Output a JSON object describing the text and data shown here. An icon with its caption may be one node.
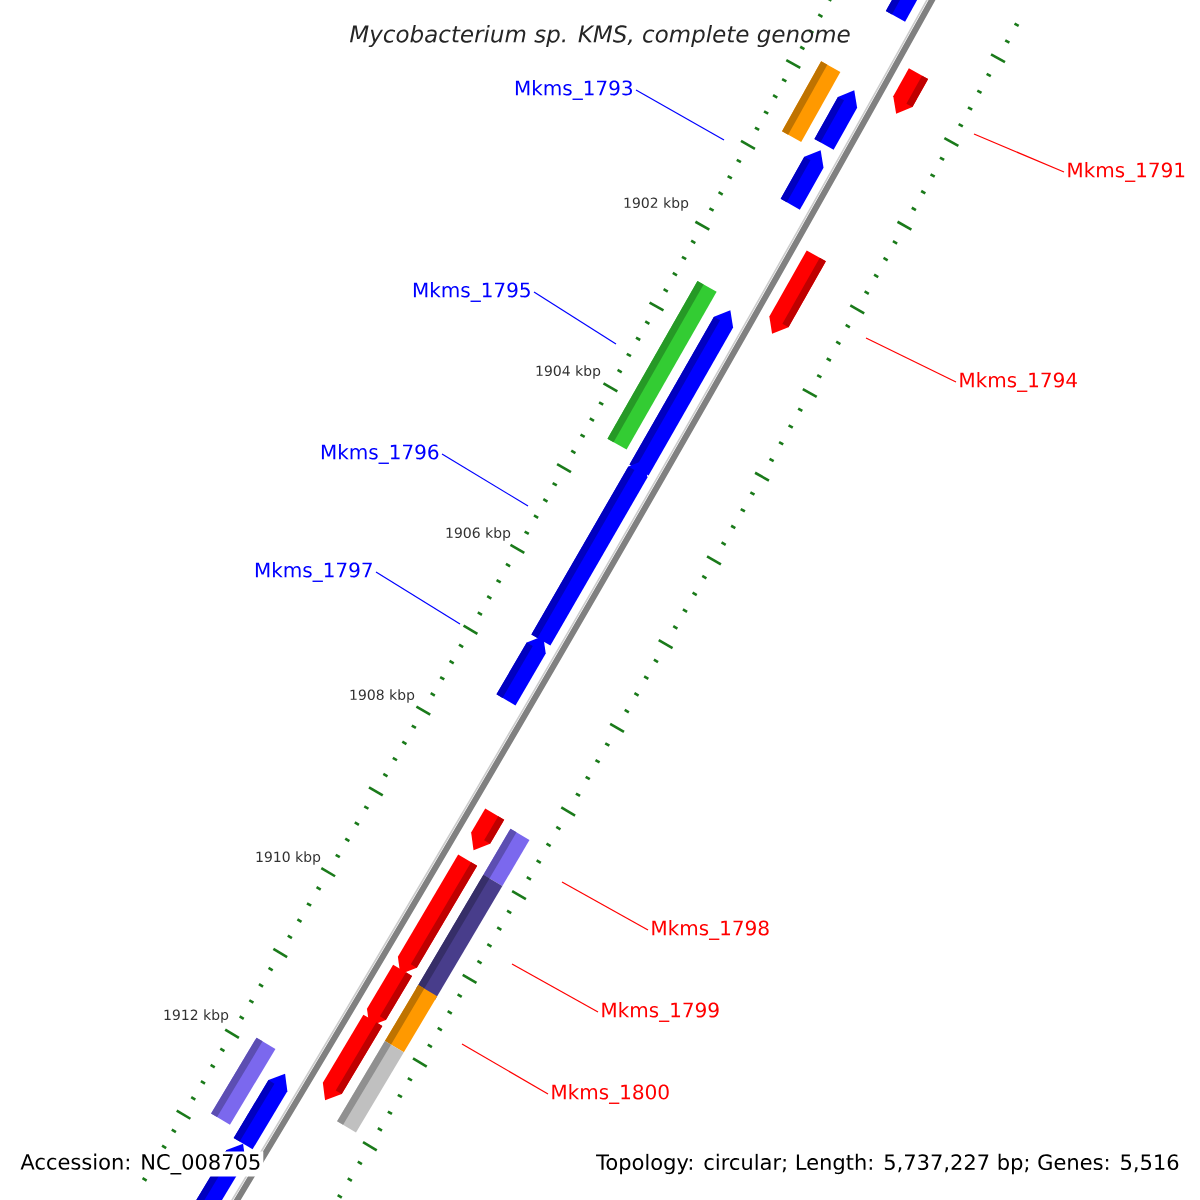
{
  "diagram": {
    "title": "Mycobacterium sp. KMS, complete genome",
    "nodes": [
      {
        "text": [
          "Mkms_1793"
        ]
      },
      {
        "text": [
          "Mkms_1791"
        ]
      },
      {
        "text": [
          "Mkms_1795"
        ]
      },
      {
        "text": [
          "Mkms_1794"
        ]
      },
      {
        "text": [
          "Mkms_1796"
        ]
      },
      {
        "text": [
          "Mkms_1797"
        ]
      },
      {
        "text": [
          "Mkms_1798"
        ]
      },
      {
        "text": [
          "Mkms_1799"
        ]
      },
      {
        "text": [
          "Mkms_1800"
        ]
      }
    ],
    "edges": [
      {
        "from": 0,
        "to": null,
        "arrow": "none",
        "color": "#0000ff"
      },
      {
        "from": 1,
        "to": null,
        "arrow": "none"
      },
      {
        "from": 2,
        "to": null,
        "arrow": "none",
        "color": "#0000ff"
      },
      {
        "from": 3,
        "to": null,
        "arrow": "none"
      },
      {
        "from": 4,
        "to": null,
        "arrow": "none",
        "color": "#0000ff"
      },
      {
        "from": 5,
        "to": null,
        "arrow": "none",
        "color": "#0000ff"
      },
      {
        "from": 6,
        "to": null,
        "arrow": "none"
      },
      {
        "from": 7,
        "to": null,
        "arrow": "none"
      },
      {
        "from": 8,
        "to": null,
        "arrow": "none"
      }
    ],
    "labels": [
      "1902 kbp",
      "1904 kbp",
      "1906 kbp",
      "1908 kbp",
      "1910 kbp",
      "1912 kbp",
      "Accession: NC_008705",
      "Topology: circular; Length: 5,737,227 bp; Genes: 5,516"
    ]
  }
}
